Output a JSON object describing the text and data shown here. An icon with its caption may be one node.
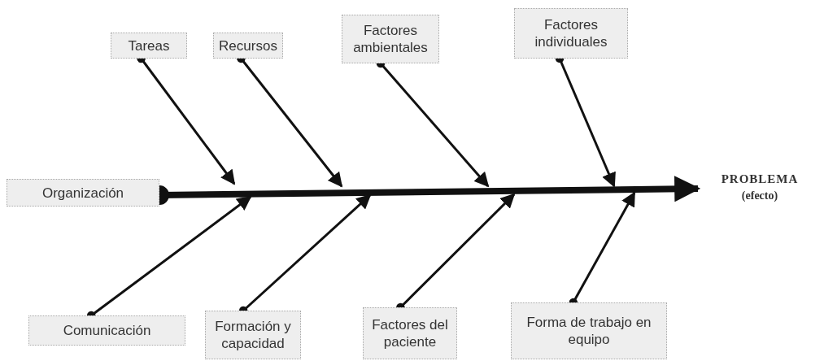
{
  "diagram": {
    "nodes": [
      {
        "text": [
          "Tareas"
        ]
      },
      {
        "text": [
          "Recursos"
        ]
      },
      {
        "text": [
          "Factores ambientales"
        ]
      },
      {
        "text": [
          "Factores individuales"
        ]
      },
      {
        "text": [
          "Organización"
        ]
      },
      {
        "text": [
          "PROBLEMA",
          "(efecto)"
        ]
      },
      {
        "text": [
          "Comunicación"
        ]
      },
      {
        "text": [
          "Formación y capacidad"
        ]
      },
      {
        "text": [
          "Factores del paciente"
        ]
      },
      {
        "text": [
          "Forma de trabajo en equipo"
        ]
      }
    ],
    "edges": [
      {
        "from": 4,
        "to": 5,
        "arrow": "to",
        "style": "thick"
      },
      {
        "from": 0,
        "to": null,
        "arrow": "to"
      },
      {
        "from": 1,
        "to": null,
        "arrow": "to"
      },
      {
        "from": 2,
        "to": null,
        "arrow": "to"
      },
      {
        "from": 3,
        "to": null,
        "arrow": "to"
      },
      {
        "from": 6,
        "to": null,
        "arrow": "to"
      },
      {
        "from": 7,
        "to": null,
        "arrow": "to"
      },
      {
        "from": 8,
        "to": null,
        "arrow": "to"
      },
      {
        "from": 9,
        "to": null,
        "arrow": "to"
      }
    ]
  }
}
